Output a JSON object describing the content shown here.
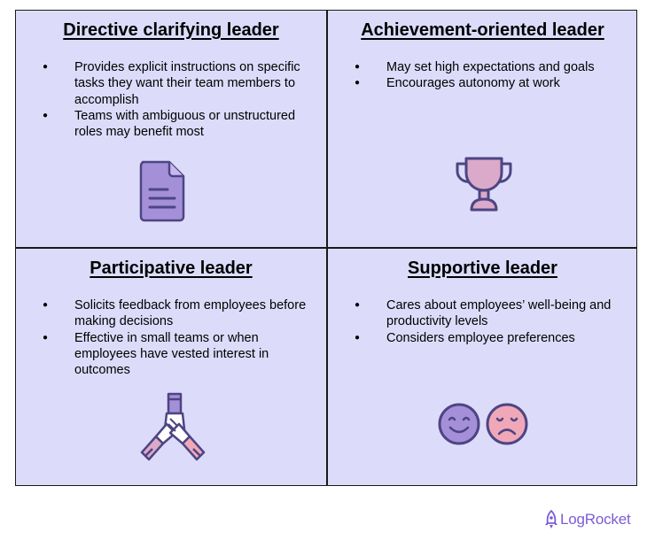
{
  "quadrants": [
    {
      "title": "Directive clarifying leader",
      "bullets": [
        "Provides explicit instructions on specific tasks they want their team members to accomplish",
        "Teams with ambiguous or unstructured roles may benefit most"
      ],
      "icon": "document-icon"
    },
    {
      "title": "Achievement-oriented leader",
      "bullets": [
        "May set high expectations and goals",
        "Encourages autonomy at work"
      ],
      "icon": "trophy-icon"
    },
    {
      "title": "Participative leader",
      "bullets": [
        "Solicits feedback from employees before making decisions",
        "Effective in small teams or when employees have vested interest in outcomes"
      ],
      "icon": "hands-together-icon"
    },
    {
      "title": "Supportive leader",
      "bullets": [
        "Cares about employees’ well-being and productivity levels",
        "Considers employee preferences"
      ],
      "icon": "happy-sad-faces-icon"
    }
  ],
  "logo": {
    "text": "LogRocket",
    "icon": "rocket-icon"
  },
  "colors": {
    "background": "#dcdcfa",
    "border": "#1a1a1a",
    "icon_purple": "#a48fd9",
    "icon_outline": "#4d4583",
    "icon_pink": "#f0a8b8",
    "logo": "#7c5cd6"
  }
}
